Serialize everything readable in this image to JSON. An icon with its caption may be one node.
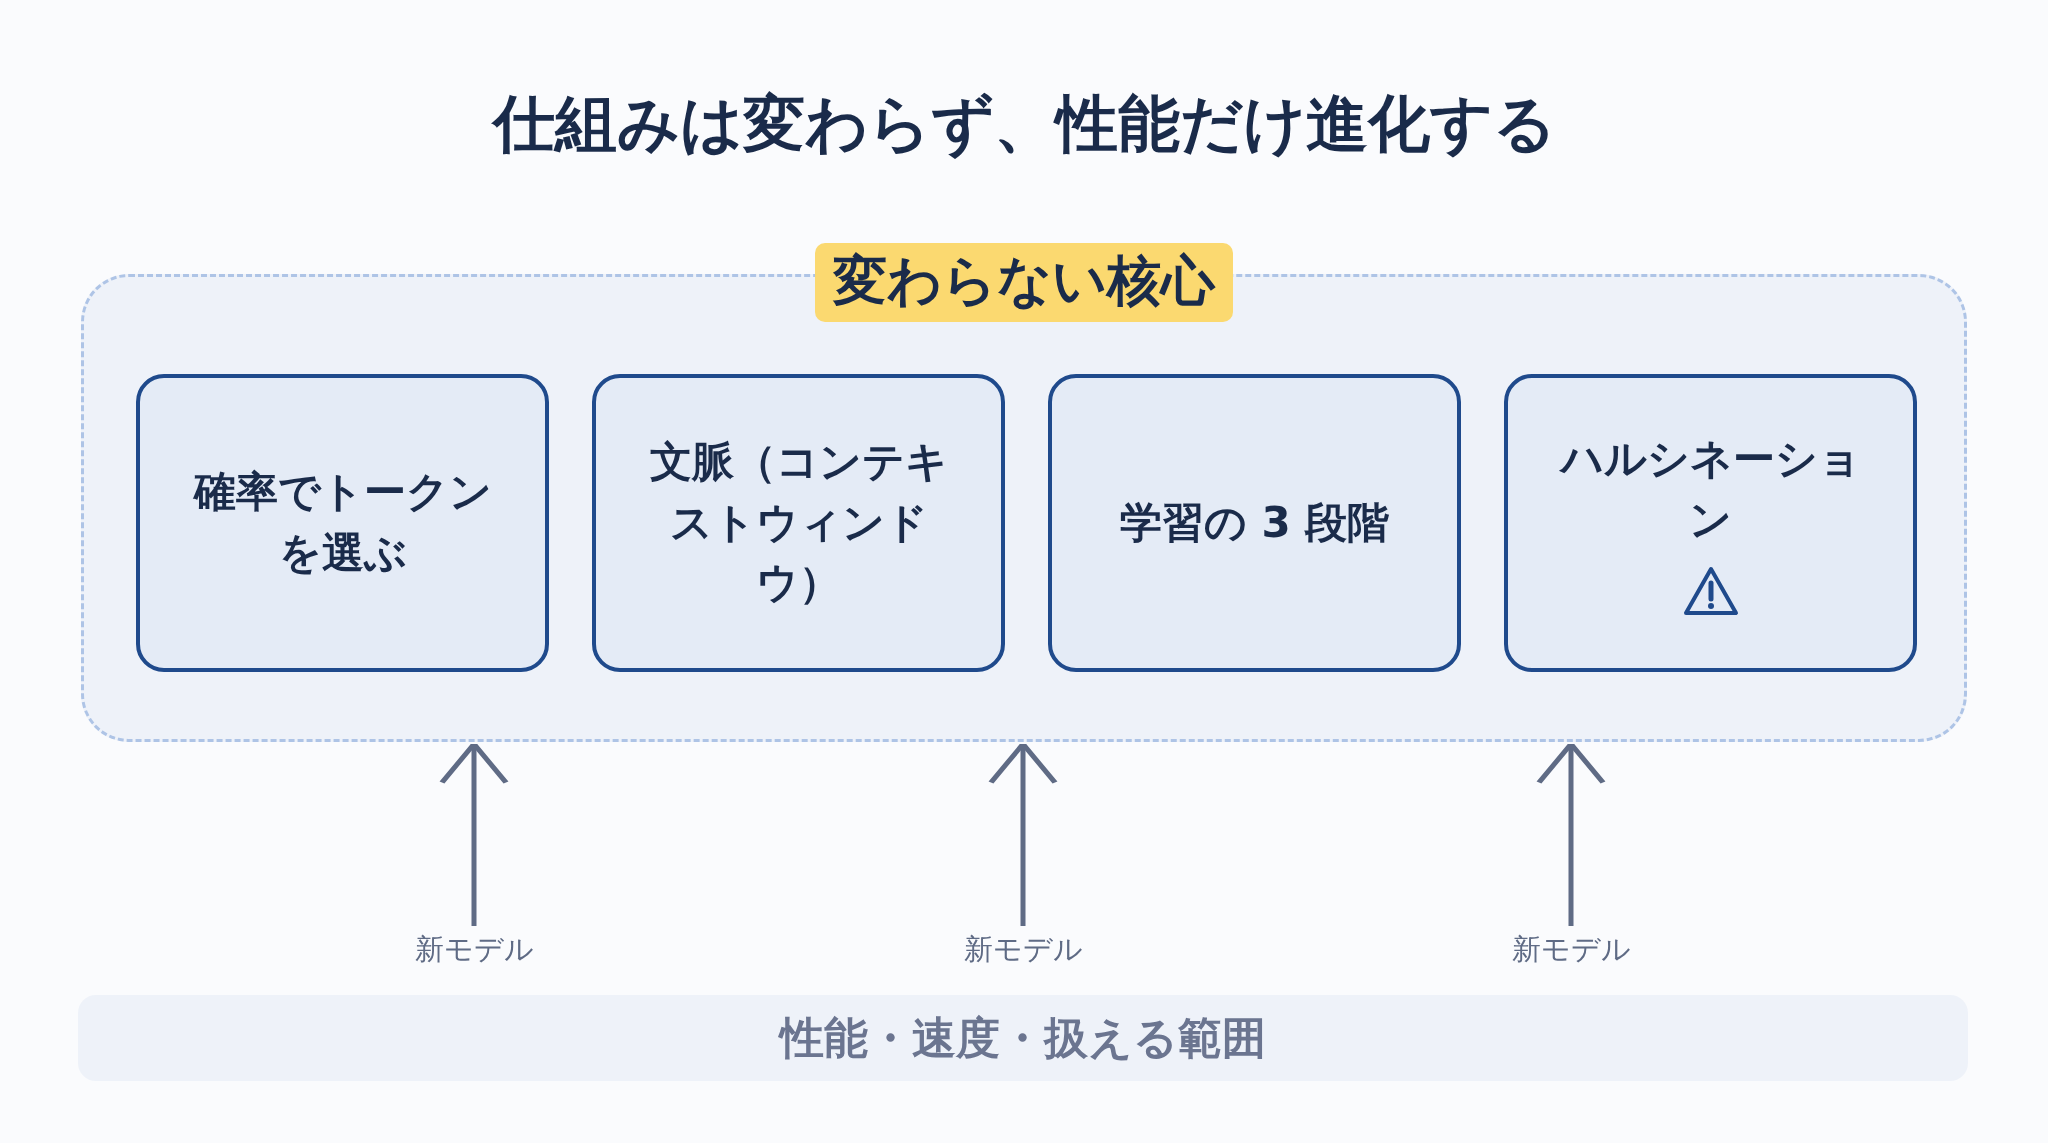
{
  "diagram": {
    "title": "仕組みは変わらず、性能だけ進化する",
    "nodes": [
      {
        "text": [
          "変わらない核心"
        ]
      },
      {
        "text": [
          "確率でトークンを選ぶ"
        ],
        "in": 0
      },
      {
        "text": [
          "文脈（コンテキストウィンドウ）"
        ],
        "in": 0
      },
      {
        "text": [
          "学習の 3 段階"
        ],
        "in": 0
      },
      {
        "text": [
          "ハルシネーション"
        ],
        "in": 0
      },
      {
        "text": [
          "新モデル"
        ]
      },
      {
        "text": [
          "新モデル"
        ]
      },
      {
        "text": [
          "新モデル"
        ]
      },
      {
        "text": [
          "性能・速度・扱える範囲"
        ]
      }
    ],
    "edges": [
      {
        "from": 5,
        "to": 0,
        "arrow": "to"
      },
      {
        "from": 6,
        "to": 0,
        "arrow": "to"
      },
      {
        "from": 7,
        "to": 0,
        "arrow": "to"
      }
    ]
  }
}
